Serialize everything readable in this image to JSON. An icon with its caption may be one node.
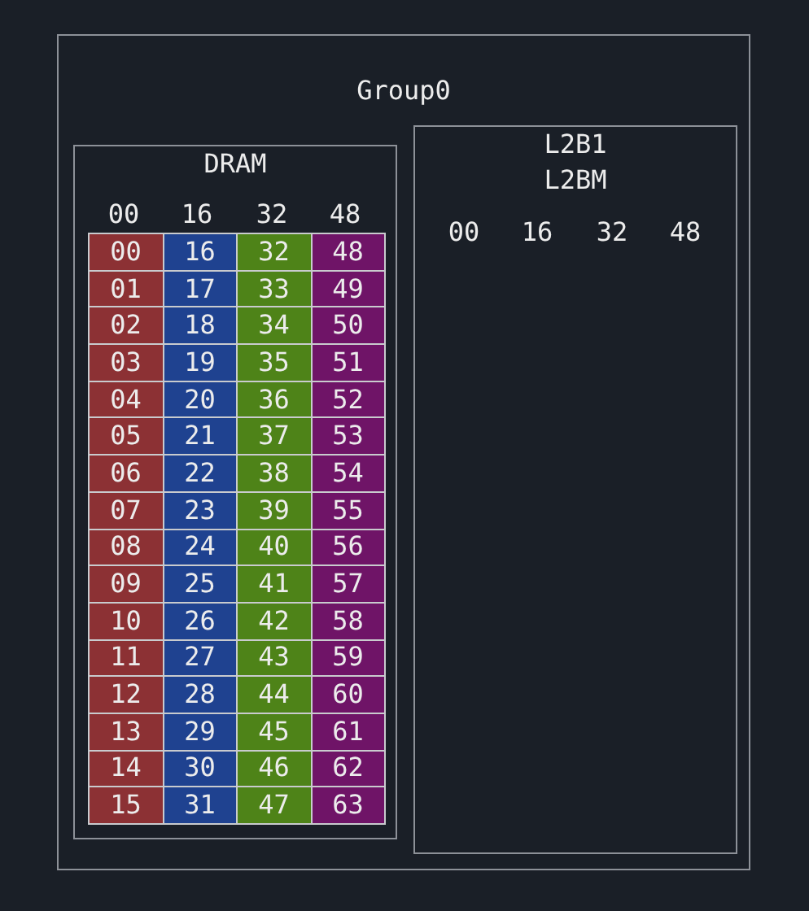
{
  "diagram": {
    "nodes": [
      {
        "text": [
          "Group0"
        ]
      },
      {
        "text": [
          "DRAM"
        ],
        "in": 0
      },
      {
        "text": [
          "L2B1",
          "L2BM"
        ],
        "in": 0
      }
    ],
    "edges": [],
    "labels": [
      "00",
      "16",
      "32",
      "48",
      "00",
      "16",
      "32",
      "48",
      "01",
      "17",
      "33",
      "49",
      "02",
      "18",
      "34",
      "50",
      "03",
      "19",
      "35",
      "51",
      "04",
      "20",
      "36",
      "52",
      "05",
      "21",
      "37",
      "53",
      "06",
      "22",
      "38",
      "54",
      "07",
      "23",
      "39",
      "55",
      "08",
      "24",
      "40",
      "56",
      "09",
      "25",
      "41",
      "57",
      "10",
      "26",
      "42",
      "58",
      "11",
      "27",
      "43",
      "59",
      "12",
      "28",
      "44",
      "60",
      "13",
      "29",
      "45",
      "61",
      "14",
      "30",
      "46",
      "62",
      "15",
      "31",
      "47",
      "63",
      "00",
      "16",
      "32",
      "48"
    ]
  }
}
